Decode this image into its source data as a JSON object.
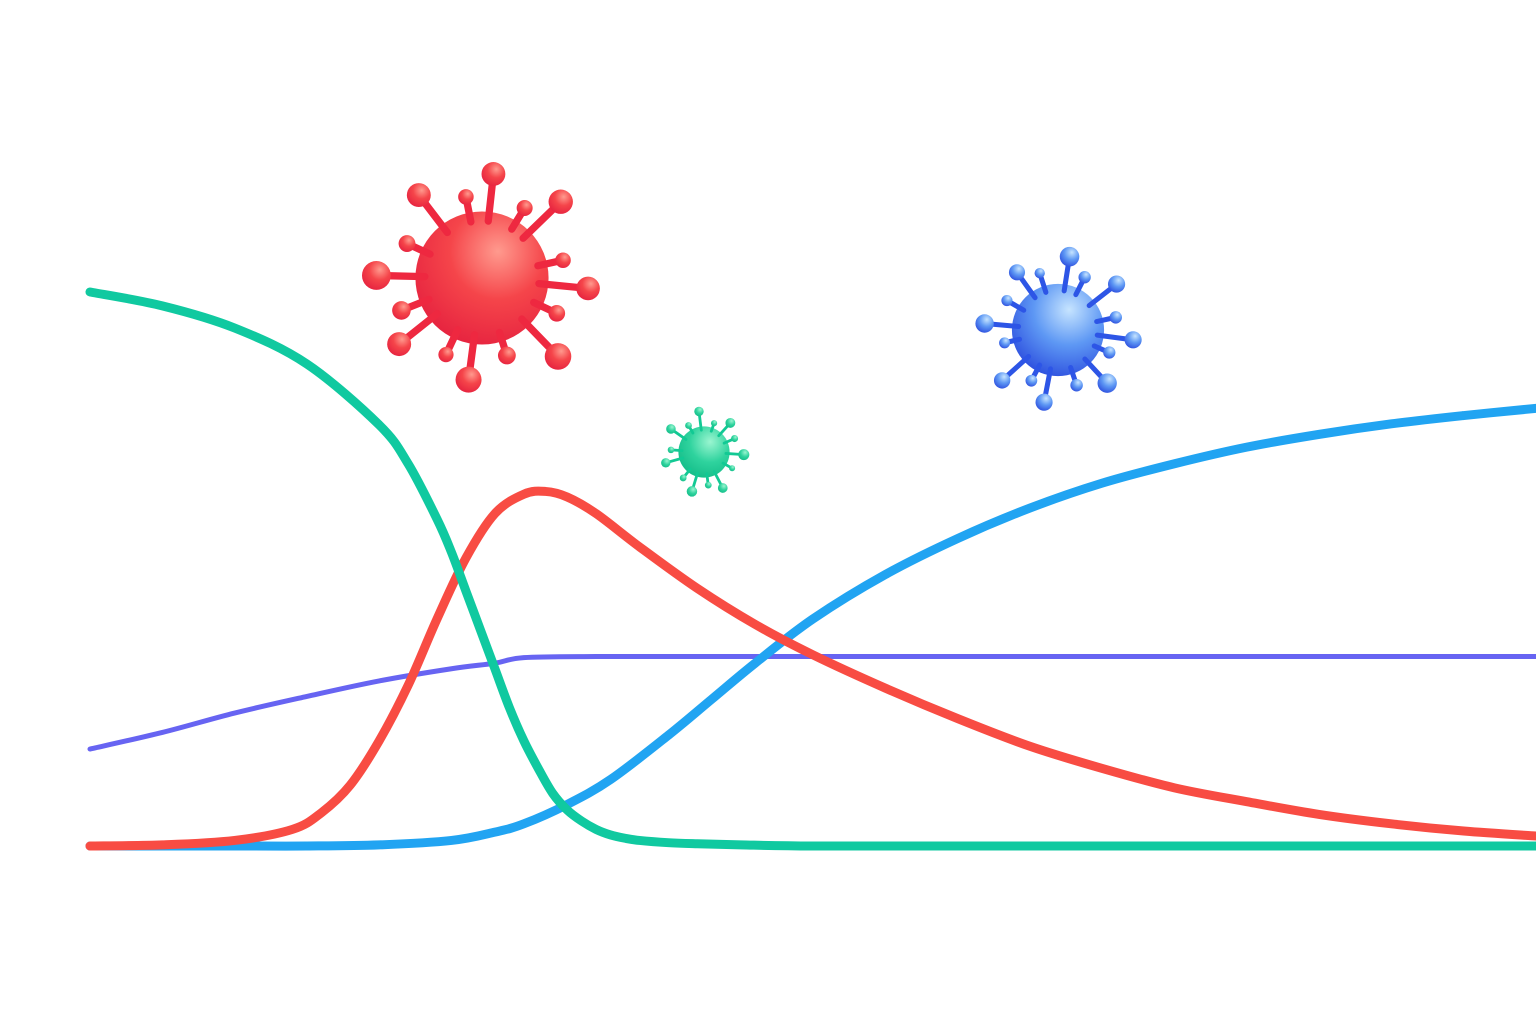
{
  "chart_data": {
    "type": "line",
    "title": "",
    "xlabel": "",
    "ylabel": "",
    "xlim": [
      0,
      100
    ],
    "ylim": [
      0,
      1
    ],
    "grid": false,
    "axes_visible": false,
    "legend": "none",
    "series": [
      {
        "key": "green",
        "color": "#10C9A0",
        "x": [
          0,
          5,
          10,
          15,
          20,
          22,
          24,
          25,
          26,
          27,
          28,
          29,
          30,
          31,
          32,
          33,
          34,
          35,
          36,
          37,
          38,
          40,
          42,
          45,
          50,
          60,
          70,
          80,
          90,
          100
        ],
        "y": [
          1.0,
          0.975,
          0.935,
          0.87,
          0.76,
          0.69,
          0.59,
          0.53,
          0.46,
          0.39,
          0.32,
          0.25,
          0.19,
          0.14,
          0.095,
          0.065,
          0.045,
          0.03,
          0.02,
          0.014,
          0.01,
          0.006,
          0.004,
          0.002,
          0.0,
          0.0,
          0.0,
          0.0,
          0.0,
          0.0
        ]
      },
      {
        "key": "red",
        "color": "#F84C43",
        "x": [
          0,
          5,
          10,
          14,
          16,
          18,
          20,
          22,
          24,
          26,
          28,
          30,
          31.5,
          33,
          35,
          38,
          42,
          46,
          50,
          55,
          60,
          65,
          70,
          75,
          80,
          85,
          90,
          95,
          100
        ],
        "y": [
          0.0,
          0.002,
          0.01,
          0.03,
          0.06,
          0.11,
          0.19,
          0.29,
          0.41,
          0.52,
          0.6,
          0.635,
          0.64,
          0.63,
          0.6,
          0.54,
          0.465,
          0.4,
          0.345,
          0.285,
          0.23,
          0.18,
          0.14,
          0.105,
          0.08,
          0.057,
          0.04,
          0.027,
          0.018
        ]
      },
      {
        "key": "blue",
        "color": "#21A4F2",
        "x": [
          0,
          10,
          15,
          20,
          25,
          28,
          30,
          33,
          36,
          40,
          43,
          46,
          50,
          55,
          60,
          65,
          70,
          75,
          80,
          85,
          90,
          95,
          100
        ],
        "y": [
          0.0,
          0.0,
          0.0,
          0.002,
          0.01,
          0.025,
          0.04,
          0.075,
          0.12,
          0.2,
          0.265,
          0.33,
          0.41,
          0.49,
          0.555,
          0.61,
          0.655,
          0.69,
          0.72,
          0.743,
          0.762,
          0.777,
          0.79
        ]
      },
      {
        "key": "purple",
        "color": "#6764F2",
        "x": [
          0,
          5,
          10,
          15,
          20,
          25,
          28,
          30,
          35,
          40,
          50,
          60,
          70,
          80,
          90,
          100
        ],
        "y": [
          0.175,
          0.205,
          0.24,
          0.27,
          0.298,
          0.32,
          0.33,
          0.34,
          0.342,
          0.342,
          0.342,
          0.342,
          0.342,
          0.342,
          0.342,
          0.342
        ]
      }
    ]
  },
  "icons": [
    {
      "name": "virus-icon-red",
      "color": "#EE2840",
      "highlight": "#FF8A80"
    },
    {
      "name": "virus-icon-green",
      "color": "#12C994",
      "highlight": "#8EF0C8"
    },
    {
      "name": "virus-icon-blue",
      "color": "#2D55E6",
      "highlight": "#A8D2FF"
    }
  ]
}
